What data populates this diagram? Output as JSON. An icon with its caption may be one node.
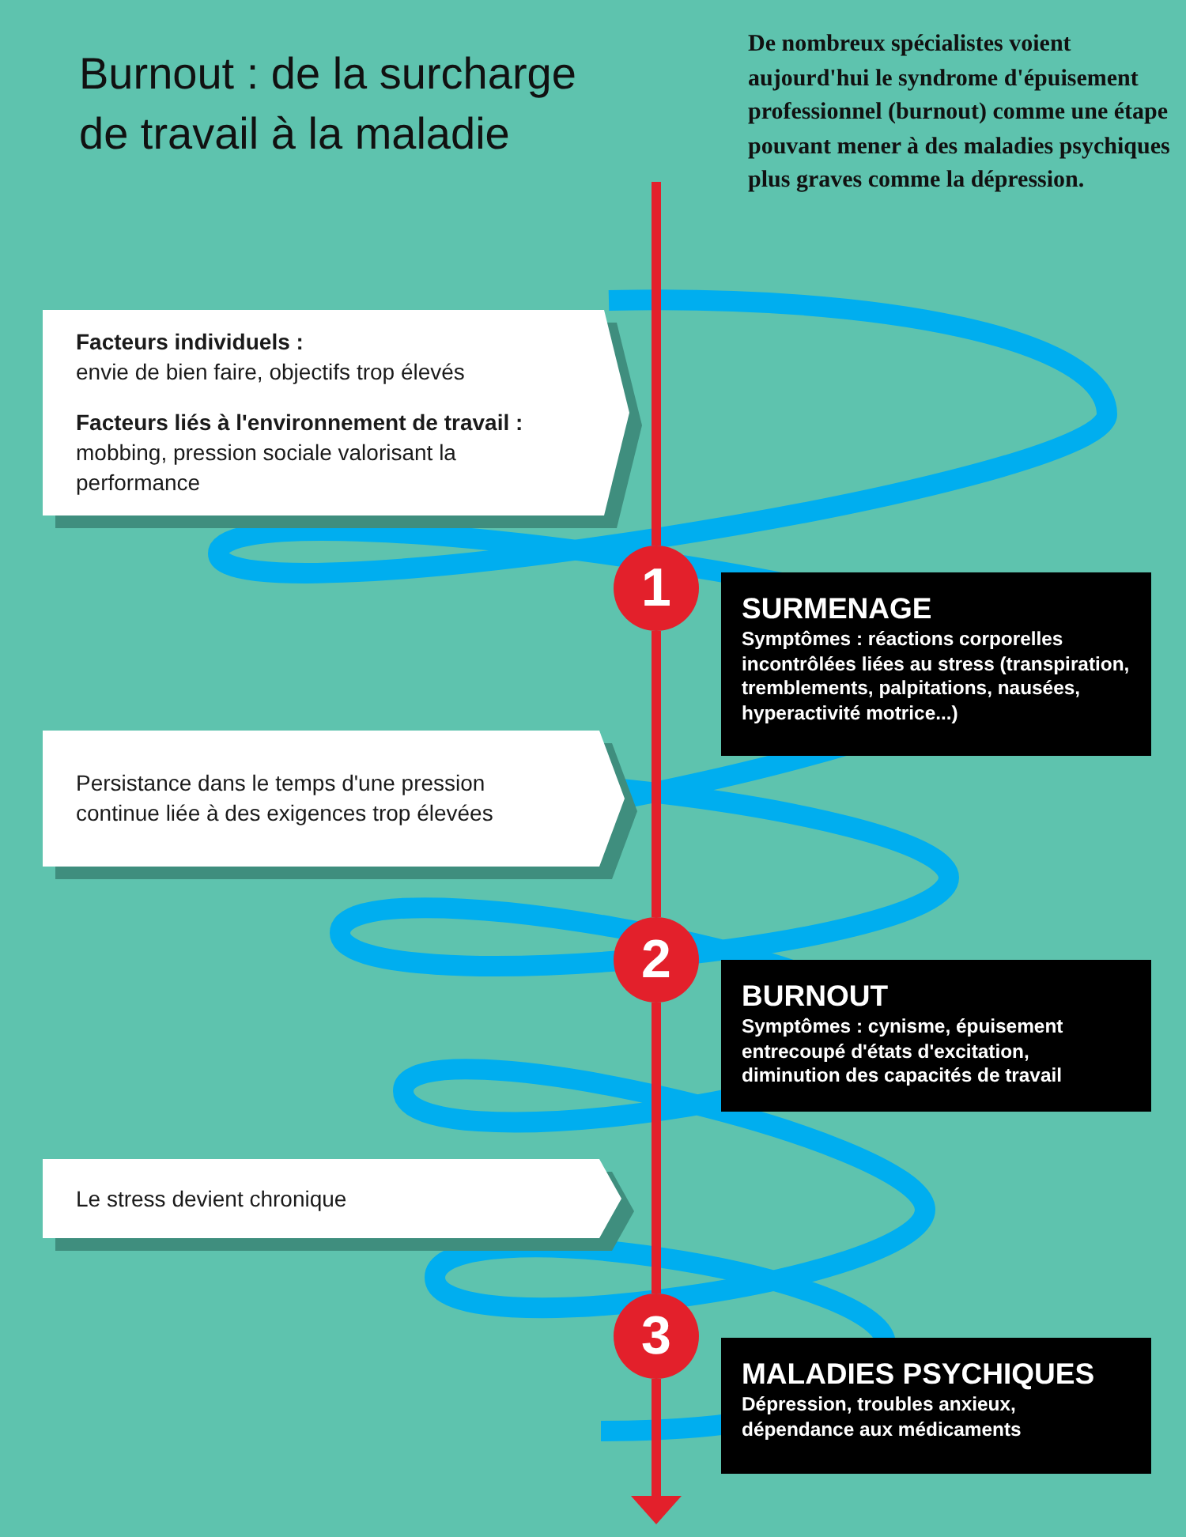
{
  "diagram": {
    "title": "Burnout : de la surcharge de travail à la maladie",
    "nodes": [
      {
        "text": [
          "Facteurs individuels :",
          "envie de bien faire, objectifs trop élevés",
          "Facteurs liés à l'environnement de travail :",
          "mobbing, pression sociale valorisant la performance"
        ]
      },
      {
        "text": [
          "1"
        ]
      },
      {
        "text": [
          "SURMENAGE",
          "Symptômes : réactions corporelles incontrôlées liées au stress (transpiration, tremblements, palpitations, nausées, hyperactivité motrice...)"
        ]
      },
      {
        "text": [
          "Persistance dans le temps d'une pression continue liée à des exigences trop élevées"
        ]
      },
      {
        "text": [
          "2"
        ]
      },
      {
        "text": [
          "BURNOUT",
          "Symptômes : cynisme, épuisement entrecoupé d'états d'excitation, diminution des capacités de travail"
        ]
      },
      {
        "text": [
          "Le stress devient chronique"
        ]
      },
      {
        "text": [
          "3"
        ]
      },
      {
        "text": [
          "MALADIES PSYCHIQUES",
          "Dépression, troubles anxieux, dépendance aux médicaments"
        ]
      }
    ],
    "edges": [
      {
        "from": null,
        "to": 1,
        "arrow": "none"
      },
      {
        "from": 1,
        "to": 4,
        "arrow": "none"
      },
      {
        "from": 4,
        "to": 7,
        "arrow": "none"
      },
      {
        "from": 7,
        "to": null,
        "arrow": "to"
      }
    ],
    "labels": [
      "De nombreux spécialistes voient aujourd'hui le syndrome d'épuisement professionnel (burnout) comme une étape pouvant mener à des maladies psychiques plus graves comme la dépression."
    ]
  }
}
